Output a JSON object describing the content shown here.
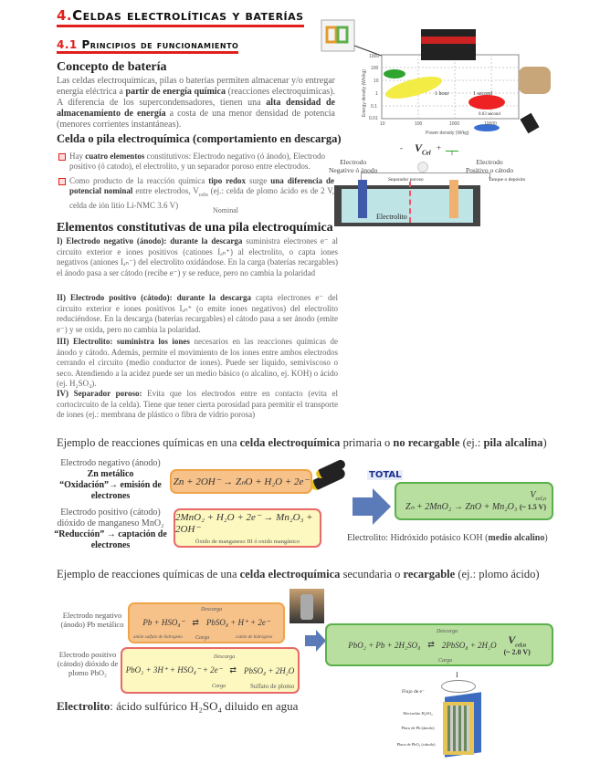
{
  "header": {
    "num": "4.",
    "title": "Celdas electrolíticas y baterías",
    "sub_num": "4.1",
    "subtitle": "Principios de funcionamiento"
  },
  "concepto": {
    "title": "Concepto de batería",
    "p1": "Las celdas electroquímicas, pilas o baterías permiten almacenar y/o entregar energía eléctrica a ",
    "b1": "partir de energía química",
    "p2": " (reacciones electroquímicas). A diferencia de los supercondensadores, tienen una ",
    "b2": "alta densidad de almacenamiento de energía",
    "p3": " a costa de una menor densidad de potencia (menores corrientes instantáneas)."
  },
  "ragone": {
    "xlabel": "Power density (W/kg)",
    "ylabel": "Energy density (Wh/kg)",
    "xticks": [
      "10",
      "100",
      "1000",
      "10000"
    ],
    "yticks": [
      "1000",
      "100",
      "10",
      "1",
      "0.1",
      "0.01"
    ],
    "annotations": [
      "1 hour",
      "1 second",
      "0.03 second"
    ]
  },
  "celda": {
    "title": "Celda o pila electroquímica (comportamiento en descarga)",
    "b1_a": "Hay ",
    "b1_b": "cuatro elementos",
    "b1_c": " constitutivos: Electrodo negativo (ó ánodo), Electrodo positivo (ó catodo), el electrolito, y un separador poroso entre electrodos.",
    "b2_a": "Como producto de la reacción química ",
    "b2_b": "tipo redox",
    "b2_c": " surge ",
    "b2_d": "una diferencia de potencial nominal",
    "b2_e": " entre electrodos, V",
    "b2_f": "celn",
    "b2_g": " (ej.: celda de plomo ácido es de 2 V, celda de ión litio Li-NMC 3.6 V)",
    "nominal": "Nominal"
  },
  "diagram": {
    "vcel": "V",
    "vcel_sub": "Cel",
    "minus": "-",
    "plus": "+",
    "current": "I",
    "neg": "Electrodo\nNegativo ó ánodo",
    "pos": "Electrodo\nPositivo o cátodo",
    "separator": "Separador poroso",
    "tank": "Tanque o depósito",
    "electrolyte": "Electrolito"
  },
  "elementos": {
    "title": "Elementos constitutivas de una pila electroquímica",
    "i_b": "I) Electrodo negativo (ánodo): durante la descarga",
    "i_t": " suministra electrones e⁻ al circuito exterior e iones positivos (cationes Iₐₙ⁺) al electrolito, o capta iones negativos (aniones Iₐₙ⁻) del electrolito oxidándose. En la carga (baterías recargables) el ánodo pasa a ser cátodo (recibe e⁻) y se reduce, pero no cambia la polaridad",
    "ii_b": "II) Electrodo positivo (cátodo): durante la descarga",
    "ii_t": " capta electrones e⁻ del circuito exterior e iones positivos Iₐₙ⁺ (o emite iones negativos) del electrolito reduciéndose. En la descarga (baterías recargables) el cátodo pasa a ser ánodo (emite e⁻) y se oxida, pero no cambia la polaridad.",
    "iii_b": "III) Electrolito: suministra los iones",
    "iii_t": " necesarios en las reacciones químicas de ánodo y cátodo. Además, permite el movimiento de los iones entre ambos electrodos cerrando el circuito (medio conductor de iones). Puede ser líquido, semiviscoso o seco. Atendiendo a la acidez puede ser un medio básico (o alcalino, ej. KOH) o ácido (ej. H₂SO₄).",
    "iv_b": "IV) Separador poroso:",
    "iv_t": " Evita que los electrodos entre en contacto (evita el cortocircuito de la celda). Tiene que tener cierta porosidad para permitir el transporte de iones (ej.: membrana de plástico o fibra de vidrio porosa)"
  },
  "primaria": {
    "t1": "Ejemplo de reacciones químicas en una ",
    "t2": "celda electroquímica",
    "t3": " primaria o ",
    "t4": "no recargable",
    "t5": " (ej.: ",
    "t6": "pila alcalina",
    "t7": ")",
    "neg_label": "Electrodo negativo (ánodo)",
    "neg_mat": "Zn metálico",
    "neg_ox": "“Oxidación”→ emisión de electrones",
    "pos_label": "Electrodo positivo (cátodo)",
    "pos_mat": "dióxido de manganeso MnO₂",
    "pos_red": "“Reducción” → captación de electrones",
    "eq_anode": "Zn + 2OH⁻ → ZₙO + H₂O + 2e⁻",
    "eq_cathode": "2MnO₂ + H₂O + 2e⁻ → Mn₂O₃ + 2OH⁻",
    "cathode_note": "Óxido de manganeso III ó oxido mangánico",
    "total": "TOTAL",
    "eq_total": "Zₙ + 2MnO₂ → ZnO + Mn₂O₃",
    "v": "V",
    "v_sub": "cel,n",
    "v_val": "(~ 1.5 V)",
    "electrolyte_a": "Electrolito: Hidróxido potásico KOH (",
    "electrolyte_b": "medio alcalino",
    "electrolyte_c": ")"
  },
  "secundaria": {
    "t1": "Ejemplo de reacciones químicas de una ",
    "t2": "celda electroquímica",
    "t3": " secundaria o ",
    "t4": "recargable",
    "t5": " (ej.: plomo ácido)",
    "neg_label": "Electrodo negativo (ánodo) Pb metálico",
    "pos_label": "Electrodo positivo (cátodo) dióxido de plomo PbO₂",
    "eq_anode_l": "Pb + HSO₄⁻",
    "eq_anode_r": "PbSO₄ + H⁺ + 2e⁻",
    "anode_note_l": "anión sulfato de hidrogeno",
    "anode_note_r": "catión de hidrógeno",
    "eq_cathode_l": "PbO₂ + 3H⁺ + HSO₄⁻ + 2e⁻",
    "eq_cathode_r": "PbSO₄ + 2H₂O",
    "cathode_note": "Sulfato de plomo",
    "descarga": "Descarga",
    "carga": "Carga",
    "eq_total_l": "PbO₂ + Pb + 2H₂SO₄",
    "eq_total_r": "2PbSO₄ + 2H₂O",
    "v": "V",
    "v_sub": "cel,n",
    "v_val": "(~ 2.0 V)",
    "electrolyte_b": "Electrolito",
    "electrolyte_t": ": ácido sulfúrico H₂SO₄ diluido en agua",
    "fig_current": "I",
    "fig_flow": "Flujo de e⁻",
    "fig_l1": "Electrolito H₂SO₄",
    "fig_l2": "Placa de Pb (ánodo)",
    "fig_l3": "Placa de PbO₂ (cátodo)"
  }
}
